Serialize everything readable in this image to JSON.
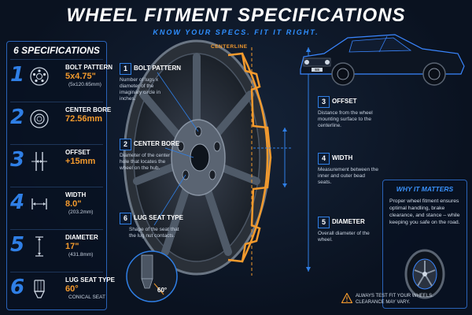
{
  "header": {
    "title": "WHEEL FITMENT SPECIFICATIONS",
    "subtitle": "KNOW YOUR SPECS. FIT IT RIGHT."
  },
  "specs_panel": {
    "title": "6 SPECIFICATIONS",
    "items": [
      {
        "num": "1",
        "label": "BOLT PATTERN",
        "value": "5x4.75\"",
        "sub": "(5x120.65mm)",
        "icon": "bolt-pattern-icon"
      },
      {
        "num": "2",
        "label": "CENTER BORE",
        "value": "72.56mm",
        "sub": "",
        "icon": "center-bore-icon"
      },
      {
        "num": "3",
        "label": "OFFSET",
        "value": "+15mm",
        "sub": "",
        "icon": "offset-icon"
      },
      {
        "num": "4",
        "label": "WIDTH",
        "value": "8.0\"",
        "sub": "(203.2mm)",
        "icon": "width-icon"
      },
      {
        "num": "5",
        "label": "DIAMETER",
        "value": "17\"",
        "sub": "(431.8mm)",
        "icon": "diameter-icon"
      },
      {
        "num": "6",
        "label": "LUG SEAT TYPE",
        "value": "60°",
        "sub": "CONICAL SEAT",
        "icon": "lug-nut-icon"
      }
    ]
  },
  "diagram": {
    "centerline": "CENTERLINE",
    "angle": "60°",
    "car_plate": "SS",
    "callouts": [
      {
        "num": "1",
        "title": "BOLT PATTERN",
        "desc": "Number of lugs x diameter of the imaginary circle in inches."
      },
      {
        "num": "2",
        "title": "CENTER BORE",
        "desc": "Diameter of the center hole that locates the wheel on the hub."
      },
      {
        "num": "6",
        "title": "LUG SEAT TYPE",
        "desc": "Shape of the seat that the lug nut contacts."
      },
      {
        "num": "3",
        "title": "OFFSET",
        "desc": "Distance from the wheel mounting surface to the centerline."
      },
      {
        "num": "4",
        "title": "WIDTH",
        "desc": "Measurement between the inner and outer bead seats."
      },
      {
        "num": "5",
        "title": "DIAMETER",
        "desc": "Overall diameter of the wheel."
      }
    ]
  },
  "why_panel": {
    "title": "WHY IT MATTERS",
    "text": "Proper wheel fitment ensures optimal handling, brake clearance, and stance – while keeping you safe on the road."
  },
  "warning": {
    "line1": "ALWAYS TEST FIT YOUR WHEELS.",
    "line2": "CLEARANCE MAY VARY."
  },
  "colors": {
    "accent_blue": "#2f7fe6",
    "accent_orange": "#f39a2d",
    "background": "#0a1220"
  }
}
